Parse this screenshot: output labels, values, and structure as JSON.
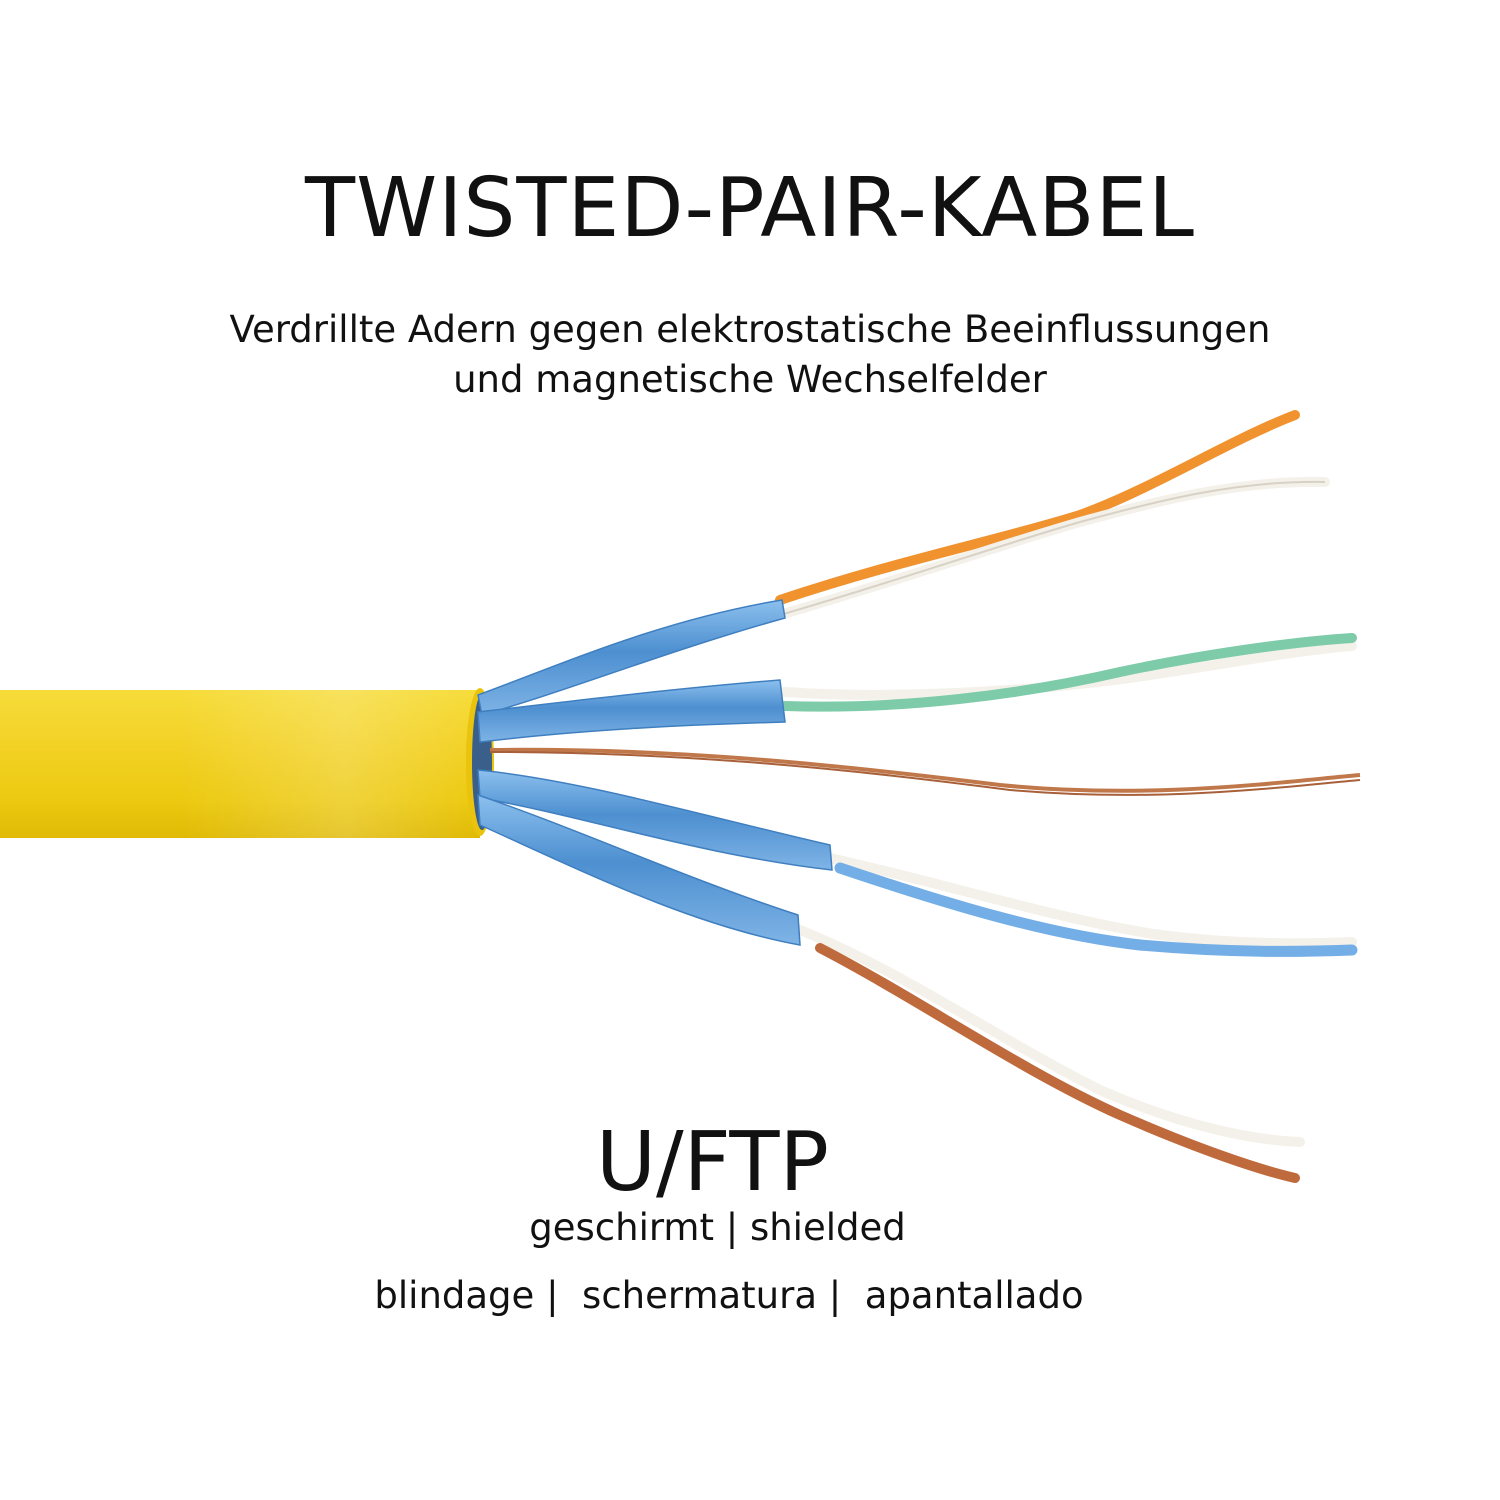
{
  "title": "TWISTED-PAIR-KABEL",
  "subtitle": {
    "line1": "Verdrillte Adern gegen elektrostatische Beeinflussungen",
    "line2": "und magnetische Wechselfelder"
  },
  "cable": {
    "jacket_color": "#f2d21a",
    "foil_color": "#5b9bd5",
    "pairs": [
      "orange",
      "green",
      "blue",
      "brown"
    ],
    "drain_wire": "copper"
  },
  "shielding": {
    "type": "U/FTP",
    "de_en": "geschirmt | shielded",
    "other_langs": "blindage |  schermatura |  apantallado"
  }
}
